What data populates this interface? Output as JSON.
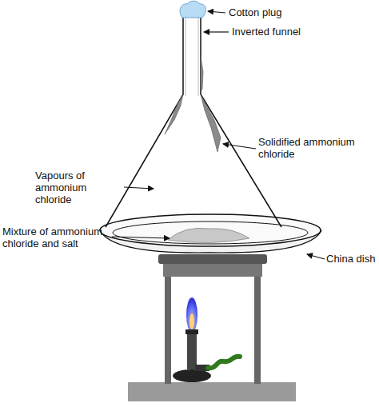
{
  "diagram": {
    "labels": [
      "Cotton plug",
      "Inverted funnel",
      "Solidified ammonium chloride",
      "Vapours of ammonium chloride",
      "Mixture of ammonium chloride and salt",
      "China dish"
    ]
  }
}
